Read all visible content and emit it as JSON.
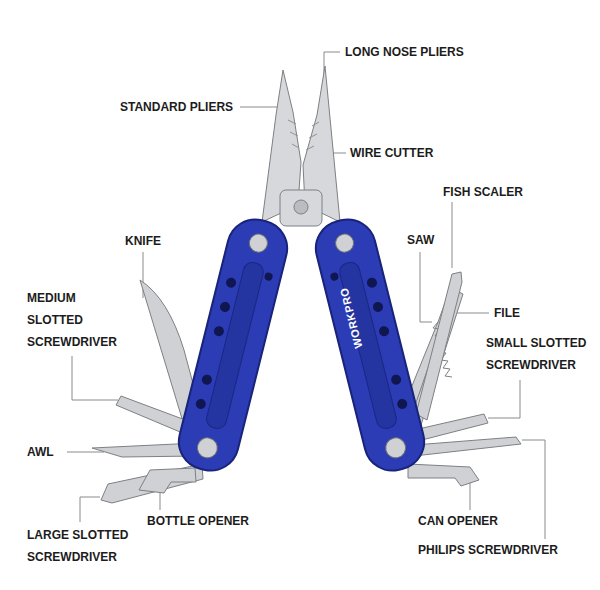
{
  "diagram": {
    "labels": [
      "LONG NOSE PLIERS",
      "STANDARD PLIERS",
      "WIRE CUTTER",
      "FISH SCALER",
      "KNIFE",
      "SAW",
      "MEDIUM SLOTTED SCREWDRIVER",
      "FILE",
      "SMALL SLOTTED SCREWDRIVER",
      "AWL",
      "LARGE SLOTTED SCREWDRIVER",
      "BOTTLE OPENER",
      "CAN OPENER",
      "PHILIPS SCREWDRIVER",
      "WORKPRO"
    ]
  }
}
